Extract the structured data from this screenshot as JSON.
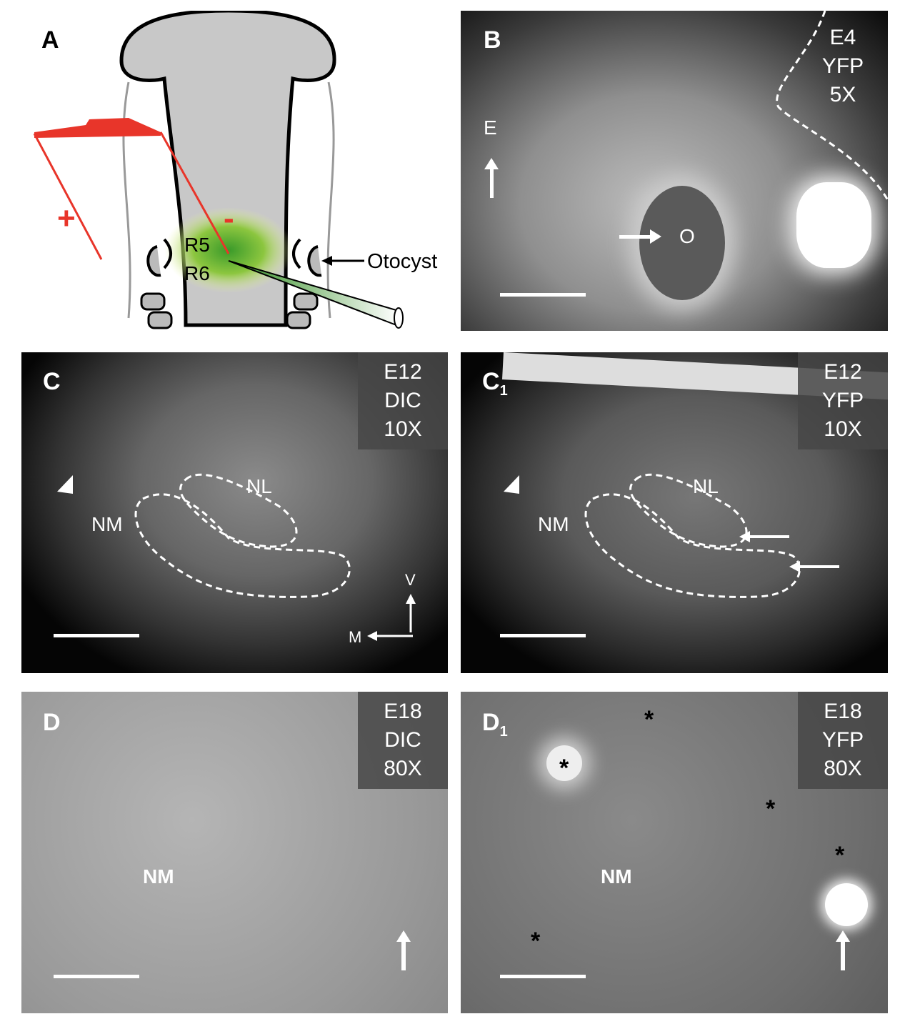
{
  "panels": {
    "A": {
      "label": "A",
      "r5": "R5",
      "r6": "R6",
      "otocyst": "Otocyst",
      "plus": "+",
      "minus": "-"
    },
    "B": {
      "label": "B",
      "info": [
        "E4",
        "YFP",
        "5X"
      ],
      "e": "E",
      "o": "O"
    },
    "C": {
      "label": "C",
      "info": [
        "E12",
        "DIC",
        "10X"
      ],
      "nl": "NL",
      "nm": "NM",
      "v": "V",
      "m": "M"
    },
    "C1": {
      "label": "C",
      "sub": "1",
      "info": [
        "E12",
        "YFP",
        "10X"
      ],
      "nl": "NL",
      "nm": "NM"
    },
    "D": {
      "label": "D",
      "info": [
        "E18",
        "DIC",
        "80X"
      ],
      "nm": "NM"
    },
    "D1": {
      "label": "D",
      "sub": "1",
      "info": [
        "E18",
        "YFP",
        "80X"
      ],
      "nm": "NM",
      "star": "*"
    }
  },
  "colors": {
    "red": "#e8352a",
    "green": "#5db33a"
  }
}
